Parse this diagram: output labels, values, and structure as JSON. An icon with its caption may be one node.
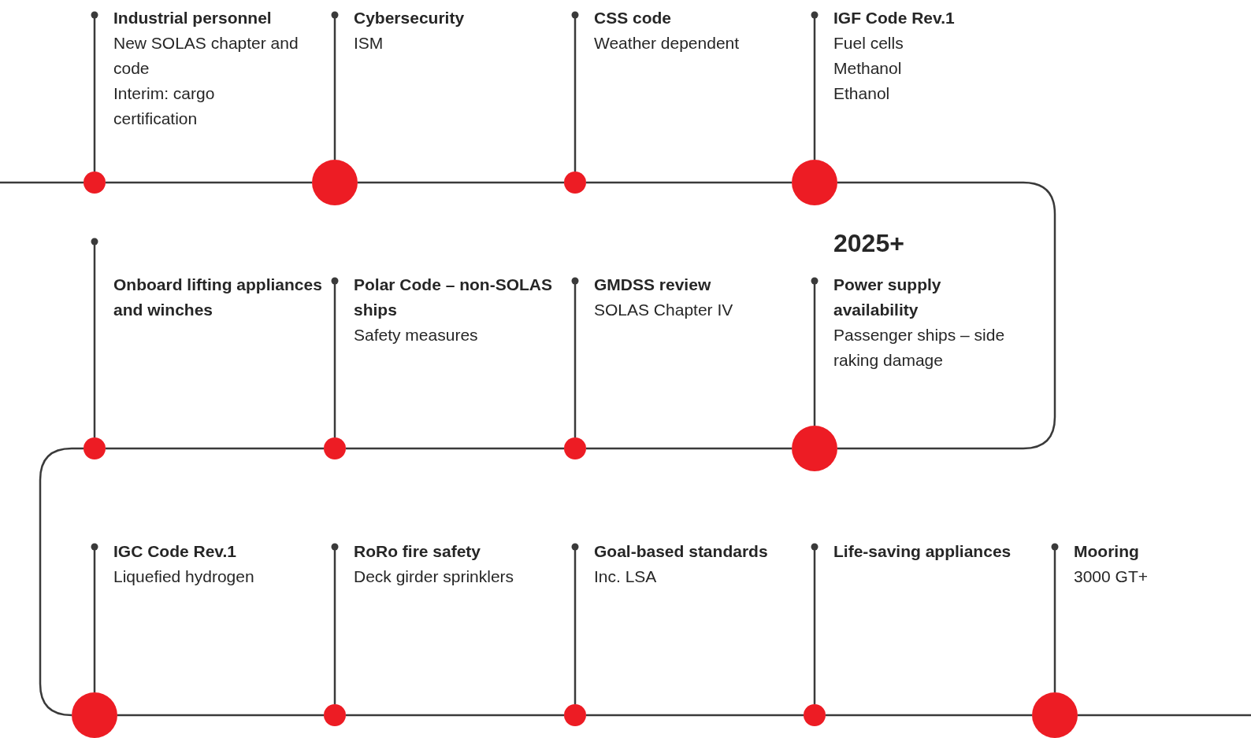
{
  "diagram": {
    "nodes": [
      {
        "text": [
          "Industrial personnel",
          "New SOLAS chapter and code",
          "Interim: cargo certification"
        ]
      },
      {
        "text": [],
        "shape": "circle"
      },
      {
        "text": [
          "Cybersecurity",
          "ISM"
        ]
      },
      {
        "text": [],
        "shape": "circle"
      },
      {
        "text": [
          "CSS code",
          "Weather dependent"
        ]
      },
      {
        "text": [],
        "shape": "circle"
      },
      {
        "text": [
          "IGF Code Rev.1",
          "Fuel cells",
          "Methanol",
          "Ethanol"
        ]
      },
      {
        "text": [],
        "shape": "circle"
      },
      {
        "text": [
          "Onboard lifting appliances and winches"
        ]
      },
      {
        "text": [],
        "shape": "circle"
      },
      {
        "text": [
          "Polar Code – non-SOLAS ships",
          "Safety measures"
        ]
      },
      {
        "text": [],
        "shape": "circle"
      },
      {
        "text": [
          "GMDSS review",
          "SOLAS Chapter IV"
        ]
      },
      {
        "text": [],
        "shape": "circle"
      },
      {
        "text": [
          "Power supply availability",
          "Passenger ships – side raking damage"
        ]
      },
      {
        "text": [],
        "shape": "circle"
      },
      {
        "text": [
          "IGC Code Rev.1",
          "Liquefied hydrogen"
        ]
      },
      {
        "text": [],
        "shape": "circle"
      },
      {
        "text": [
          "RoRo fire safety",
          "Deck girder sprinklers"
        ]
      },
      {
        "text": [],
        "shape": "circle"
      },
      {
        "text": [
          "Goal-based standards",
          "Inc. LSA"
        ]
      },
      {
        "text": [],
        "shape": "circle"
      },
      {
        "text": [
          "Life-saving appliances"
        ]
      },
      {
        "text": [],
        "shape": "circle"
      },
      {
        "text": [
          "Mooring",
          "3000 GT+"
        ]
      },
      {
        "text": [],
        "shape": "circle"
      }
    ],
    "edges": [
      {
        "from": 1,
        "to": 0,
        "arrow": "other"
      },
      {
        "from": 3,
        "to": 2,
        "arrow": "other"
      },
      {
        "from": 5,
        "to": 4,
        "arrow": "other"
      },
      {
        "from": 7,
        "to": 6,
        "arrow": "other"
      },
      {
        "from": 9,
        "to": 8,
        "arrow": "other"
      },
      {
        "from": 11,
        "to": 10,
        "arrow": "other"
      },
      {
        "from": 13,
        "to": 12,
        "arrow": "other"
      },
      {
        "from": 15,
        "to": 14,
        "arrow": "other"
      },
      {
        "from": 17,
        "to": 16,
        "arrow": "other"
      },
      {
        "from": 19,
        "to": 18,
        "arrow": "other"
      },
      {
        "from": 21,
        "to": 20,
        "arrow": "other"
      },
      {
        "from": 23,
        "to": 22,
        "arrow": "other"
      },
      {
        "from": 25,
        "to": 24,
        "arrow": "other"
      },
      {
        "from": null,
        "to": 1,
        "arrow": "none"
      },
      {
        "from": 1,
        "to": 3,
        "arrow": "none"
      },
      {
        "from": 3,
        "to": 5,
        "arrow": "none"
      },
      {
        "from": 5,
        "to": 7,
        "arrow": "none"
      },
      {
        "from": 7,
        "to": 15,
        "arrow": "none"
      },
      {
        "from": 15,
        "to": 13,
        "arrow": "none"
      },
      {
        "from": 13,
        "to": 11,
        "arrow": "none"
      },
      {
        "from": 11,
        "to": 9,
        "arrow": "none"
      },
      {
        "from": 9,
        "to": 17,
        "arrow": "none"
      },
      {
        "from": 17,
        "to": 19,
        "arrow": "none"
      },
      {
        "from": 19,
        "to": 21,
        "arrow": "none"
      },
      {
        "from": 21,
        "to": 23,
        "arrow": "none"
      },
      {
        "from": 23,
        "to": 25,
        "arrow": "none"
      },
      {
        "from": 25,
        "to": null,
        "arrow": "none"
      }
    ],
    "labels": [
      "2025+"
    ]
  }
}
